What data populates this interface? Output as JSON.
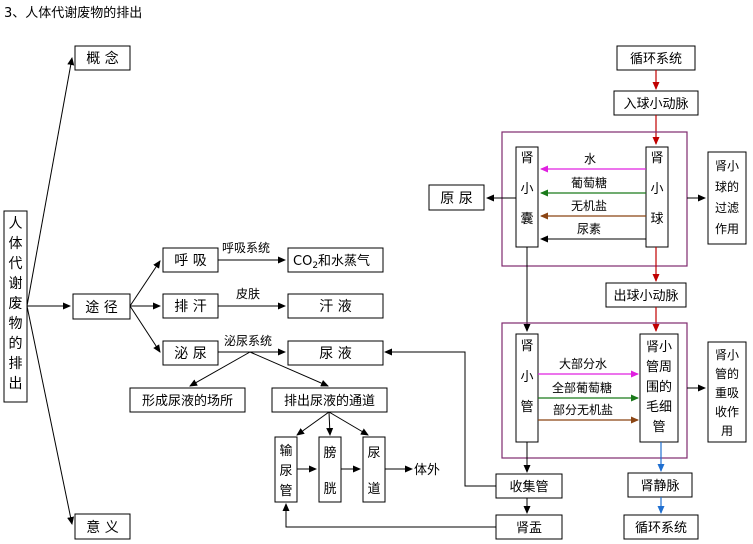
{
  "title": "3、人体代谢废物的排出",
  "left_column": {
    "root": [
      "人",
      "体",
      "代",
      "谢",
      "废",
      "物",
      "的",
      "排",
      "出"
    ],
    "concept": "概  念",
    "pathway": "途  径",
    "significance": "意  义"
  },
  "pathways": {
    "breathing": "呼  吸",
    "breathing_via": "呼吸系统",
    "breathing_product_prefix": "CO",
    "breathing_product_sub": "2",
    "breathing_product_suffix": "和水蒸气",
    "sweating": "排  汗",
    "sweating_via": "皮肤",
    "sweating_product": "汗        液",
    "urination": "泌  尿",
    "urination_via": "泌尿系统",
    "urination_product": "尿        液"
  },
  "urinary": {
    "formation_site": "形成尿液的场所",
    "excretion_passage": "排出尿液的通道",
    "ureter": [
      "输",
      "尿",
      "管"
    ],
    "bladder": [
      "膀",
      "胱"
    ],
    "urethra": [
      "尿",
      "道"
    ],
    "outside": "体外",
    "collecting_duct": "收集管",
    "renal_pelvis": "肾盂"
  },
  "kidney": {
    "circulatory_top": "循环系统",
    "afferent": "入球小动脉",
    "glomerulus": [
      "肾",
      "小",
      "球"
    ],
    "capsule": [
      "肾",
      "小",
      "囊"
    ],
    "primary_urine": "原  尿",
    "filtered": [
      "水",
      "葡萄糖",
      "无机盐",
      "尿素"
    ],
    "filtration": [
      "肾小",
      "球的",
      "过滤",
      "作用"
    ],
    "efferent": "出球小动脉",
    "tubule": [
      "肾",
      "小",
      "管"
    ],
    "capillary": [
      "肾小",
      "管周",
      "围的",
      "毛细",
      "管"
    ],
    "reabsorbed": [
      "大部分水",
      "全部葡萄糖",
      "部分无机盐"
    ],
    "reabsorption": [
      "肾小",
      "管的",
      "重吸",
      "收作",
      "用"
    ],
    "renal_vein": "肾静脉",
    "circulatory_bottom": "循环系统"
  },
  "colors": {
    "red": "#c00000",
    "magenta": "#e020e0",
    "green": "#1a7a1a",
    "brown": "#8b4513",
    "blue": "#1f6fd0",
    "frame": "#7f2a6e"
  }
}
